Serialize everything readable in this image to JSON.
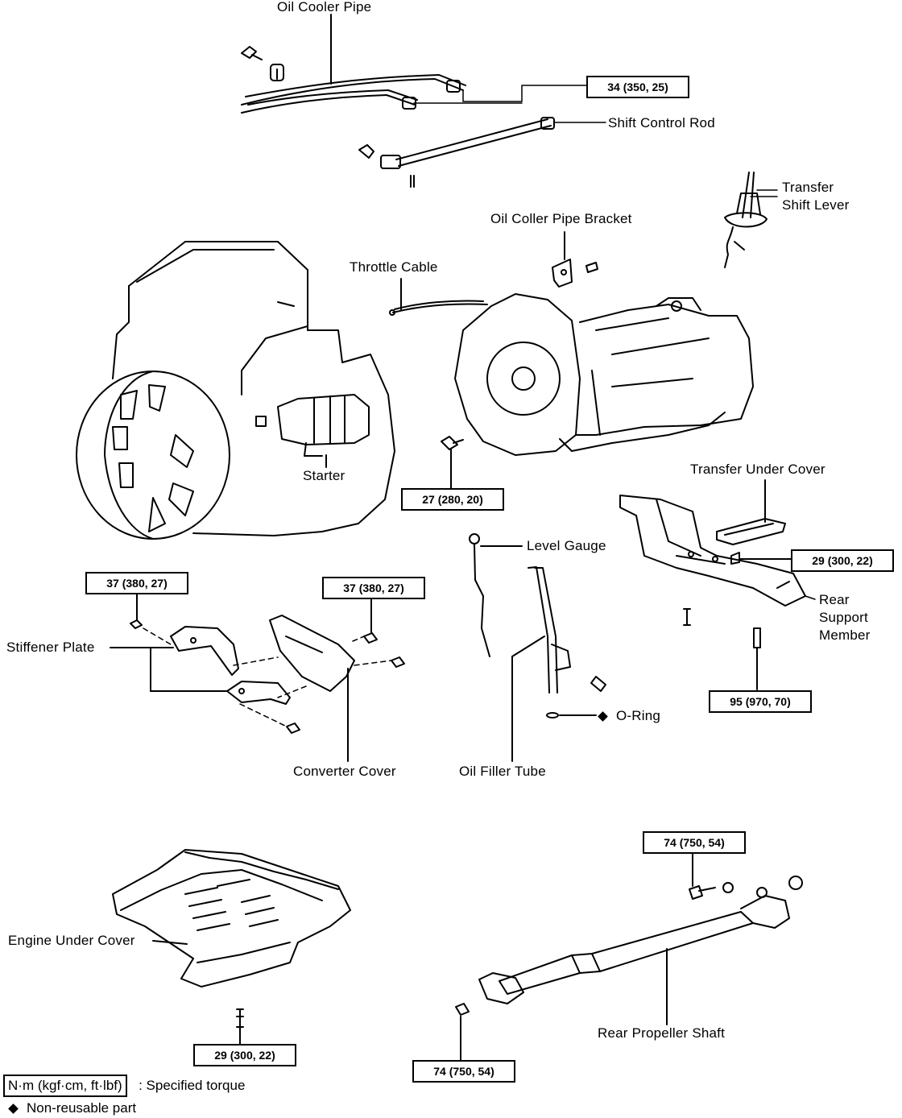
{
  "labels": {
    "oil_cooler_pipe": "Oil Cooler Pipe",
    "shift_control_rod": "Shift Control Rod",
    "transfer_shift_lever": [
      "Transfer",
      "Shift Lever"
    ],
    "oil_cooler_pipe_bracket": "Oil Coller Pipe Bracket",
    "throttle_cable": "Throttle Cable",
    "starter": "Starter",
    "transfer_under_cover": "Transfer Under Cover",
    "level_gauge": "Level Gauge",
    "rear_support_member": [
      "Rear",
      "Support",
      "Member"
    ],
    "stiffener_plate": "Stiffener Plate",
    "o_ring": "O-Ring",
    "converter_cover": "Converter Cover",
    "oil_filler_tube": "Oil Filler Tube",
    "engine_under_cover": "Engine Under Cover",
    "rear_propeller_shaft": "Rear Propeller Shaft"
  },
  "torques": {
    "oil_cooler_pipe": "34 (350, 25)",
    "transmission_bolt": "27 (280, 20)",
    "transfer_under_cover": "29 (300, 22)",
    "stiffener_plate": "37 (380, 27)",
    "converter_cover": "37 (380, 27)",
    "rear_support_member": "95 (970, 70)",
    "propeller_shaft_rear": "74 (750, 54)",
    "engine_under_cover": "29 (300, 22)",
    "propeller_shaft_front": "74 (750, 54)"
  },
  "legend": {
    "torque_unit": "N·m (kgf·cm, ft·lbf)",
    "torque_meaning": ":  Specified torque",
    "nonreusable": "Non-reusable part"
  }
}
